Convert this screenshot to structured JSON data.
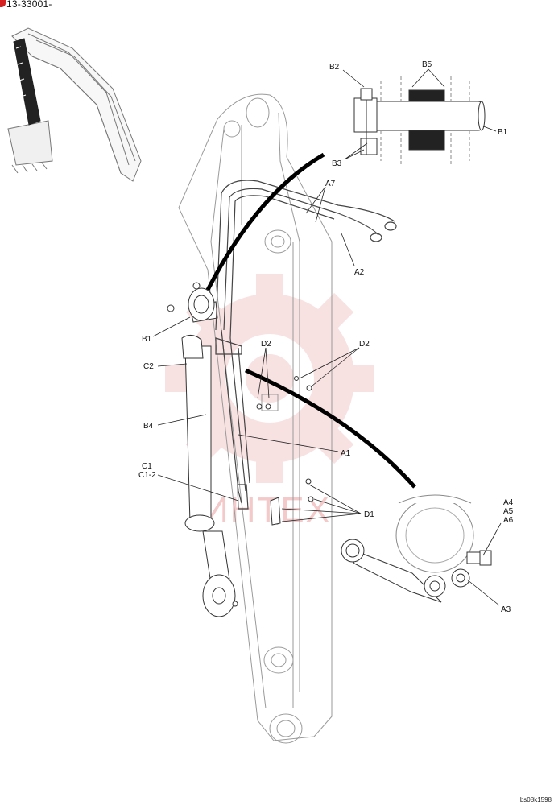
{
  "header": {
    "code": "13-33001-"
  },
  "footer": {
    "ref": "bs08k1598"
  },
  "watermark": {
    "text": "ИНТЕХ",
    "color": "#f3c9c9"
  },
  "accent_color": "#d42020",
  "callouts": {
    "B2": "B2",
    "B5": "B5",
    "B1_top": "B1",
    "B3": "B3",
    "A7": "A7",
    "A2": "A2",
    "B1": "B1",
    "D2_left": "D2",
    "D2_right": "D2",
    "C2": "C2",
    "B4": "B4",
    "A1": "A1",
    "C1": "C1",
    "C1_2": "C1-2",
    "D1": "D1",
    "A4": "A4",
    "A5": "A5",
    "A6": "A6",
    "A3": "A3"
  }
}
